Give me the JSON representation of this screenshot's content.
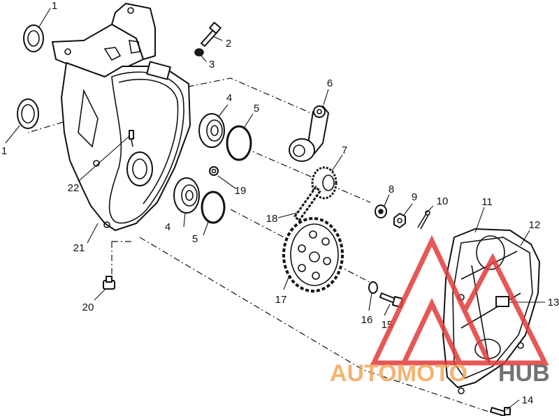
{
  "diagram": {
    "callouts": [
      "1",
      "1",
      "2",
      "3",
      "4",
      "4",
      "5",
      "5",
      "6",
      "7",
      "8",
      "9",
      "10",
      "11",
      "12",
      "13",
      "14",
      "15",
      "16",
      "17",
      "18",
      "19",
      "20",
      "21",
      "22"
    ]
  },
  "watermark": {
    "text_a": "AUTOMOTO",
    "text_b": "HUB",
    "color_orange": "#f2a65a",
    "color_gray": "#5a5a5a",
    "color_red": "#e23a3a"
  }
}
